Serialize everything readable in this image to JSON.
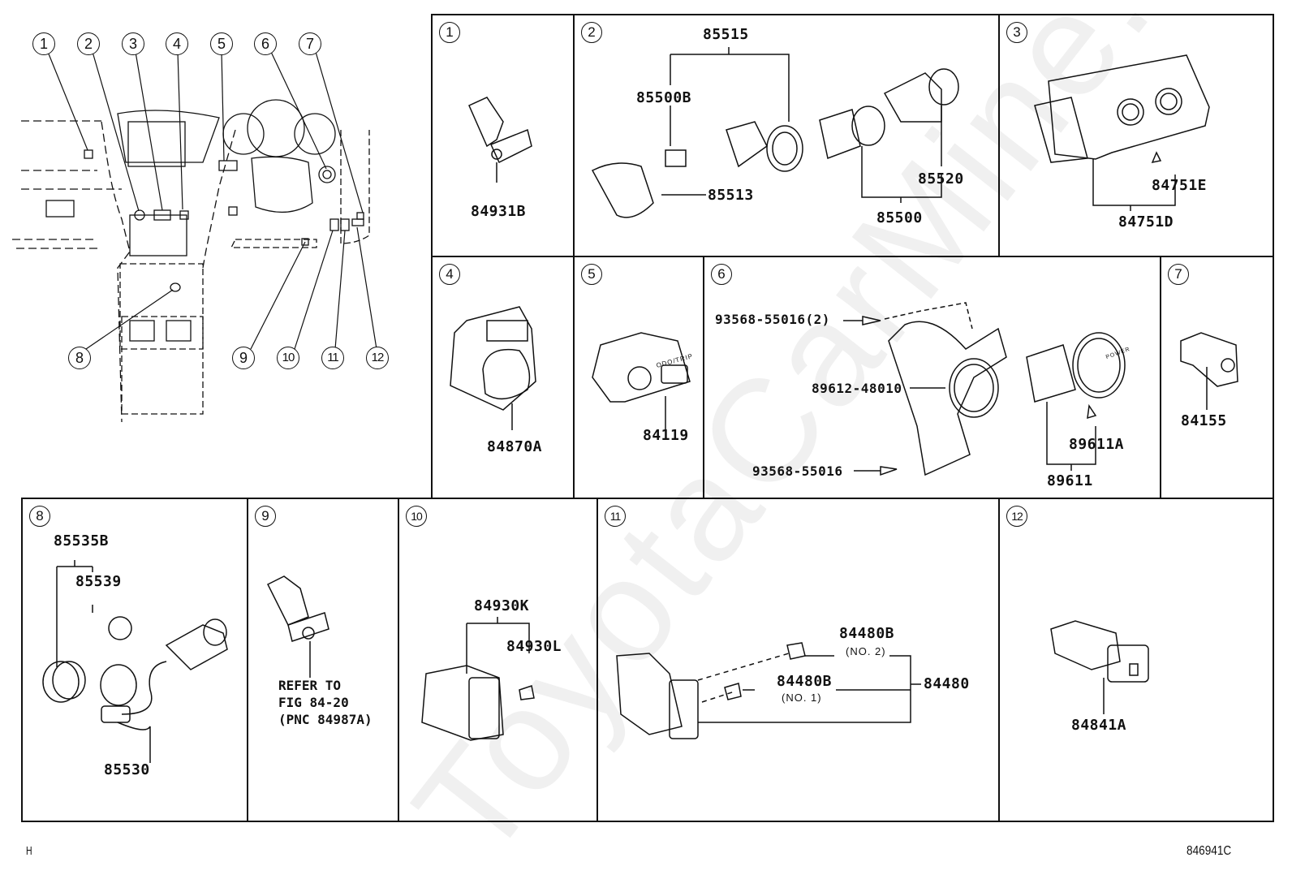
{
  "diagram": {
    "title_code": "846941C",
    "page_marker": "H",
    "watermark": "ToyotaCarMine.ru",
    "overview_callouts": [
      "1",
      "2",
      "3",
      "4",
      "5",
      "6",
      "7",
      "8",
      "9",
      "10",
      "11",
      "12"
    ],
    "panels": [
      {
        "num": "1",
        "parts": [
          "84931B"
        ]
      },
      {
        "num": "2",
        "parts": [
          "85515",
          "85500B",
          "85513",
          "85520",
          "85500"
        ]
      },
      {
        "num": "3",
        "parts": [
          "84751E",
          "84751D"
        ]
      },
      {
        "num": "4",
        "parts": [
          "84870A"
        ]
      },
      {
        "num": "5",
        "parts": [
          "84119"
        ],
        "switch_text": "ODO/TRIP"
      },
      {
        "num": "6",
        "parts": [
          "93568-55016(2)",
          "89612-48010",
          "93568-55016",
          "89611A",
          "89611"
        ],
        "switch_text": "POWER"
      },
      {
        "num": "7",
        "parts": [
          "84155"
        ]
      },
      {
        "num": "8",
        "parts": [
          "85535B",
          "85539",
          "85530"
        ]
      },
      {
        "num": "9",
        "parts": [],
        "note": "REFER TO\nFIG 84-20\n(PNC 84987A)"
      },
      {
        "num": "10",
        "parts": [
          "84930K",
          "84930L"
        ]
      },
      {
        "num": "11",
        "parts": [
          "84480B",
          "84480B",
          "84480"
        ],
        "subs": [
          "(NO. 2)",
          "(NO. 1)"
        ]
      },
      {
        "num": "12",
        "parts": [
          "84841A"
        ]
      }
    ]
  }
}
